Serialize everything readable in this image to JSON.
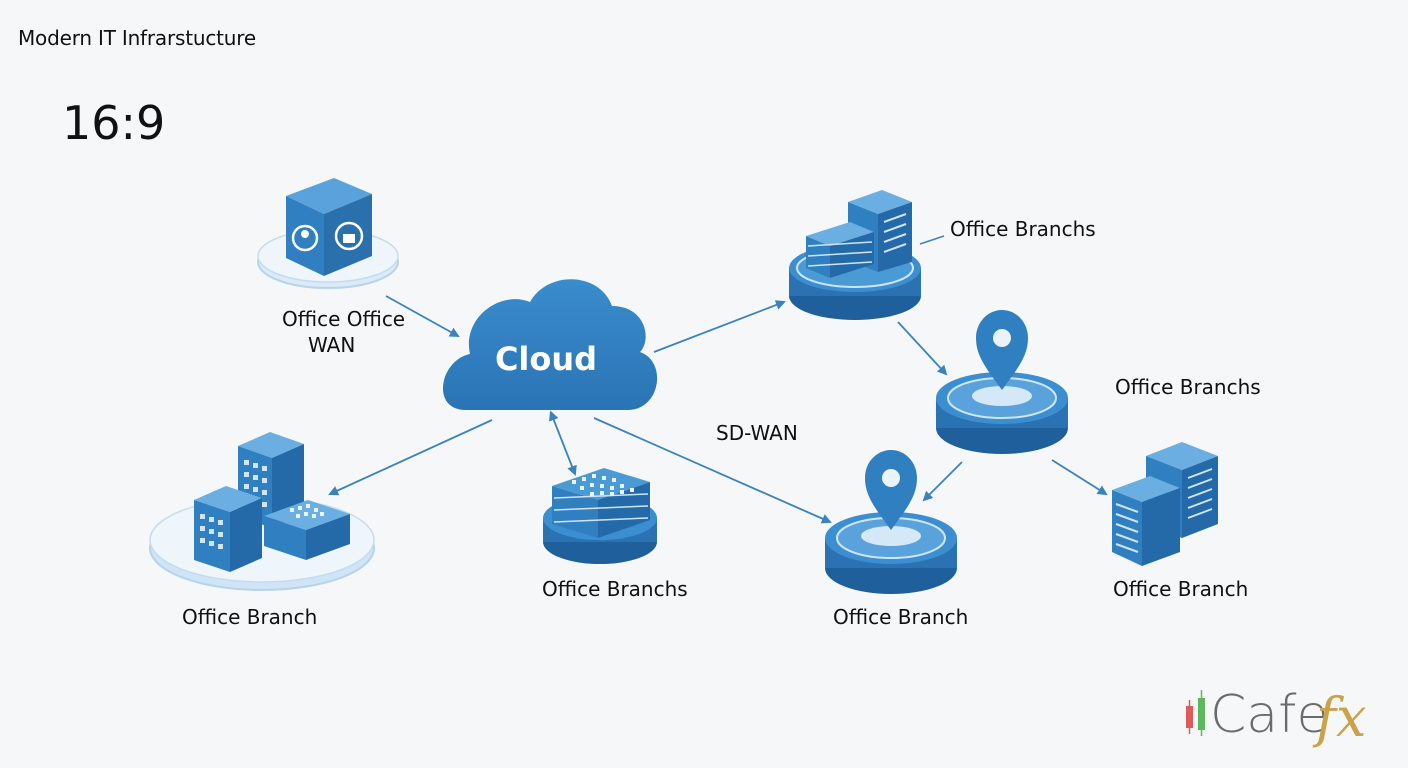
{
  "header": {
    "title": "Modern IT Infrarstucture",
    "ratio": "16:9"
  },
  "center": {
    "cloud_label": "Cloud",
    "overlay_label": "SD-WAN"
  },
  "nodes": {
    "wan": {
      "label_line1": "Office Office",
      "label_line2": "WAN"
    },
    "top_right": {
      "label": "Office Branchs"
    },
    "mid_right": {
      "label": "Office Branchs"
    },
    "bottom_left": {
      "label": "Office Branch"
    },
    "bottom_center": {
      "label": "Office Branchs"
    },
    "bottom_mid_right": {
      "label": "Office Branch"
    },
    "far_right": {
      "label": "Office Branch"
    }
  },
  "logo": {
    "text": "Cafe",
    "suffix": "fx"
  },
  "colors": {
    "primary_blue": "#2f7fc1",
    "dark_blue": "#1f5f9c",
    "light_blue": "#cfe4f6",
    "arrow": "#3a83bf",
    "background": "#f5f7f9"
  }
}
